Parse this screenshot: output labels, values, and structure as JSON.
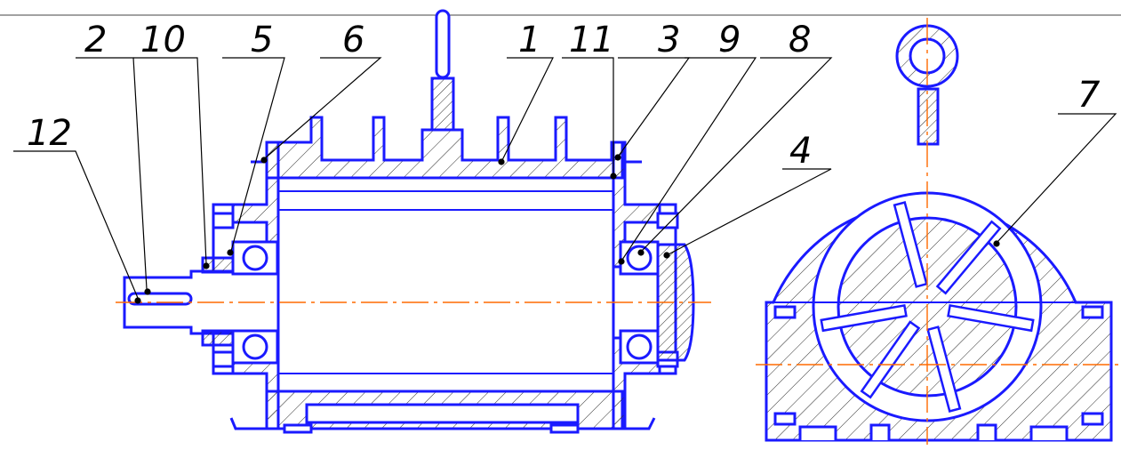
{
  "drawing": {
    "callouts": [
      {
        "id": "c1",
        "label": "1"
      },
      {
        "id": "c2",
        "label": "2"
      },
      {
        "id": "c3",
        "label": "3"
      },
      {
        "id": "c4",
        "label": "4"
      },
      {
        "id": "c5",
        "label": "5"
      },
      {
        "id": "c6",
        "label": "6"
      },
      {
        "id": "c7",
        "label": "7"
      },
      {
        "id": "c8",
        "label": "8"
      },
      {
        "id": "c9",
        "label": "9"
      },
      {
        "id": "c10",
        "label": "10"
      },
      {
        "id": "c11",
        "label": "11"
      },
      {
        "id": "c12",
        "label": "12"
      }
    ]
  },
  "colors": {
    "outline": "#1a1aff",
    "hatch": "#2b2b2b",
    "centerline": "#ff6a00",
    "leader": "#000000"
  }
}
